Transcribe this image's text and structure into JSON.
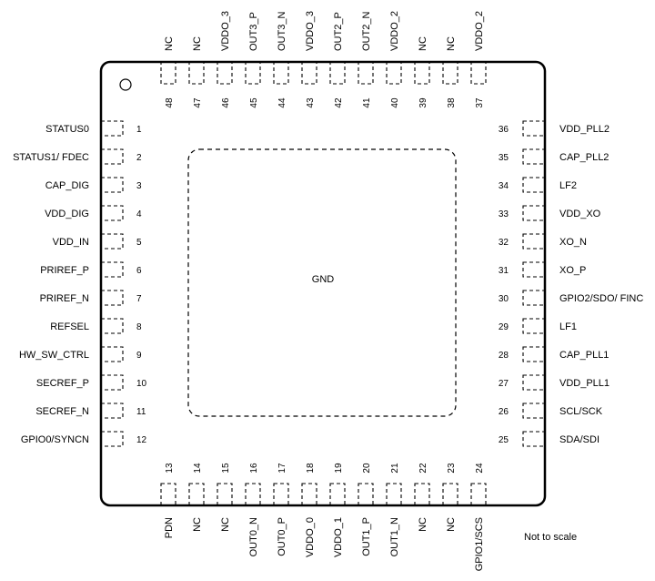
{
  "package": {
    "center_label": "GND",
    "note": "Not to scale"
  },
  "pins": {
    "left": [
      {
        "num": "1",
        "name": "STATUS0"
      },
      {
        "num": "2",
        "name": "STATUS1/ FDEC"
      },
      {
        "num": "3",
        "name": "CAP_DIG"
      },
      {
        "num": "4",
        "name": "VDD_DIG"
      },
      {
        "num": "5",
        "name": "VDD_IN"
      },
      {
        "num": "6",
        "name": "PRIREF_P"
      },
      {
        "num": "7",
        "name": "PRIREF_N"
      },
      {
        "num": "8",
        "name": "REFSEL"
      },
      {
        "num": "9",
        "name": "HW_SW_CTRL"
      },
      {
        "num": "10",
        "name": "SECREF_P"
      },
      {
        "num": "11",
        "name": "SECREF_N"
      },
      {
        "num": "12",
        "name": "GPIO0/SYNCN"
      }
    ],
    "bottom": [
      {
        "num": "13",
        "name": "PDN"
      },
      {
        "num": "14",
        "name": "NC"
      },
      {
        "num": "15",
        "name": "NC"
      },
      {
        "num": "16",
        "name": "OUT0_N"
      },
      {
        "num": "17",
        "name": "OUT0_P"
      },
      {
        "num": "18",
        "name": "VDDO_0"
      },
      {
        "num": "19",
        "name": "VDDO_1"
      },
      {
        "num": "20",
        "name": "OUT1_P"
      },
      {
        "num": "21",
        "name": "OUT1_N"
      },
      {
        "num": "22",
        "name": "NC"
      },
      {
        "num": "23",
        "name": "NC"
      },
      {
        "num": "24",
        "name": "GPIO1/SCS"
      }
    ],
    "right": [
      {
        "num": "25",
        "name": "SDA/SDI"
      },
      {
        "num": "26",
        "name": "SCL/SCK"
      },
      {
        "num": "27",
        "name": "VDD_PLL1"
      },
      {
        "num": "28",
        "name": "CAP_PLL1"
      },
      {
        "num": "29",
        "name": "LF1"
      },
      {
        "num": "30",
        "name": "GPIO2/SDO/ FINC"
      },
      {
        "num": "31",
        "name": "XO_P"
      },
      {
        "num": "32",
        "name": "XO_N"
      },
      {
        "num": "33",
        "name": "VDD_XO"
      },
      {
        "num": "34",
        "name": "LF2"
      },
      {
        "num": "35",
        "name": "CAP_PLL2"
      },
      {
        "num": "36",
        "name": "VDD_PLL2"
      }
    ],
    "top": [
      {
        "num": "37",
        "name": "VDDO_2"
      },
      {
        "num": "38",
        "name": "NC"
      },
      {
        "num": "39",
        "name": "NC"
      },
      {
        "num": "40",
        "name": "VDDO_2"
      },
      {
        "num": "41",
        "name": "OUT2_N"
      },
      {
        "num": "42",
        "name": "OUT2_P"
      },
      {
        "num": "43",
        "name": "VDDO_3"
      },
      {
        "num": "44",
        "name": "OUT3_N"
      },
      {
        "num": "45",
        "name": "OUT3_P"
      },
      {
        "num": "46",
        "name": "VDDO_3"
      },
      {
        "num": "47",
        "name": "NC"
      },
      {
        "num": "48",
        "name": "NC"
      }
    ]
  }
}
